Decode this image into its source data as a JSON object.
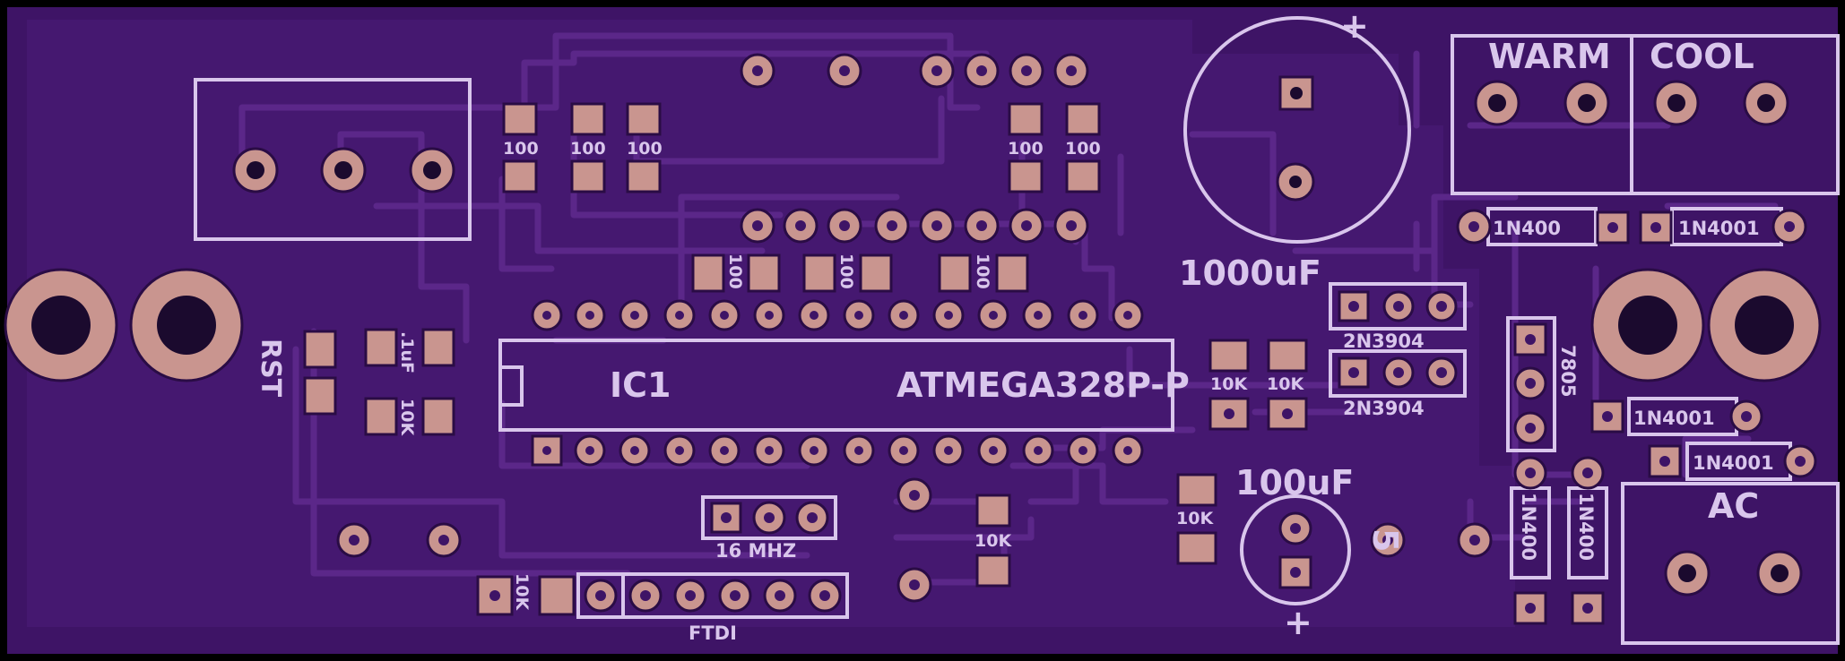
{
  "board": {
    "colors": {
      "substrate": "#3e1466",
      "copper_pour": "#4a1a74",
      "trace": "#5a2688",
      "pad": "#c9958f",
      "silkscreen": "#d9c6ec",
      "edge": "#000000"
    },
    "labels": {
      "warm": "WARM",
      "cool": "COOL",
      "cap_big": "1000uF",
      "cap_big_plus": "+",
      "cap_small": "100uF",
      "cap_small_plus": "+",
      "rst": "RST",
      "ic_ref": "IC1",
      "ic_part": "ATMEGA328P-P",
      "crystal": "16 MHZ",
      "ftdi": "FTDI",
      "ac": "AC",
      "regulator": "7805",
      "transistor_1": "2N3904",
      "transistor_2": "2N3904",
      "num_5": "5",
      "cap_01uf": ".1uF",
      "r_10k_a": "10K",
      "r_10k_b": "10K",
      "r_10k_c": "10K",
      "r_10k_d": "10K",
      "r_10k_e": "10K",
      "r_10k_f": "10K",
      "r_100_1": "100",
      "r_100_2": "100",
      "r_100_3": "100",
      "r_100_4": "100",
      "r_100_5": "100",
      "r_100_6": "100",
      "r_100_7": "100",
      "r_100_8": "100",
      "diode_1": "1N400",
      "diode_2": "1N4001",
      "diode_3": "1N4001",
      "diode_4": "1N4001",
      "diode_5": "1N400",
      "diode_6": "1N400"
    }
  }
}
